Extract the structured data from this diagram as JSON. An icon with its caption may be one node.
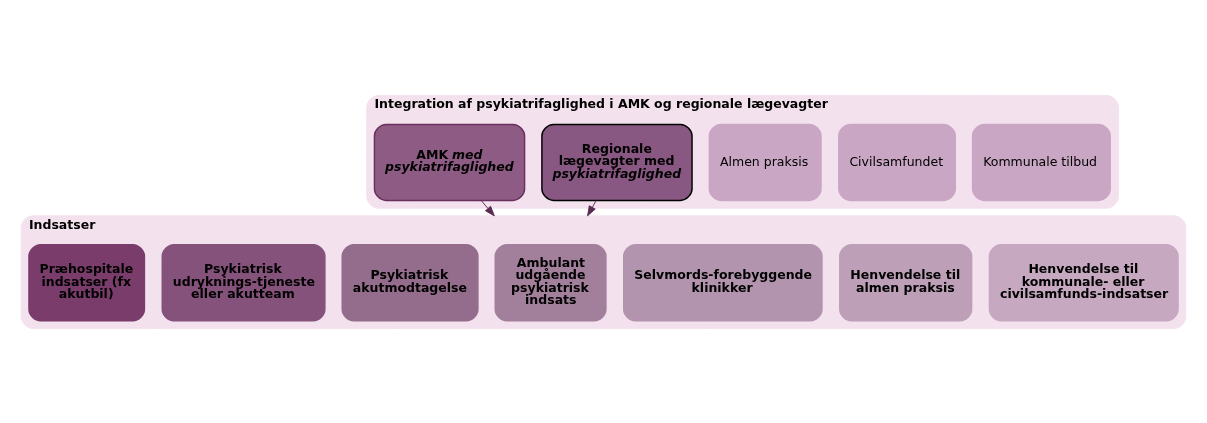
{
  "diagram": {
    "nodes": [
      {
        "text": [
          "Integration af psykiatrifaglighed i AMK og regionale lægevagter"
        ]
      },
      {
        "text": [
          "AMK *med psykiatrifaglighed*"
        ],
        "in": 0
      },
      {
        "text": [
          "Regionale lægevagter med *psykiatrifaglighed*"
        ],
        "in": 0
      },
      {
        "text": [
          "Almen praksis"
        ],
        "in": 0
      },
      {
        "text": [
          "Civilsamfundet"
        ],
        "in": 0
      },
      {
        "text": [
          "Kommunale tilbud"
        ],
        "in": 0
      },
      {
        "text": [
          "Indsatser"
        ]
      },
      {
        "text": [
          "Præhospitale indsatser (fx akutbil)"
        ],
        "in": 6
      },
      {
        "text": [
          "Psykiatrisk udryknings-tjeneste eller akutteam"
        ],
        "in": 6
      },
      {
        "text": [
          "Psykiatrisk akutmodtagelse"
        ],
        "in": 6
      },
      {
        "text": [
          "Ambulant udgående psykiatrisk indsats"
        ],
        "in": 6
      },
      {
        "text": [
          "Selvmords-forebyggende klinikker"
        ],
        "in": 6
      },
      {
        "text": [
          "Henvendelse til almen praksis"
        ],
        "in": 6
      },
      {
        "text": [
          "Henvendelse til kommunale- eller civilsamfunds-indsatser"
        ],
        "in": 6
      }
    ],
    "edges": [
      {
        "from": 1,
        "to": 6,
        "arrow": "to"
      },
      {
        "from": 2,
        "to": 6,
        "arrow": "to"
      }
    ]
  }
}
